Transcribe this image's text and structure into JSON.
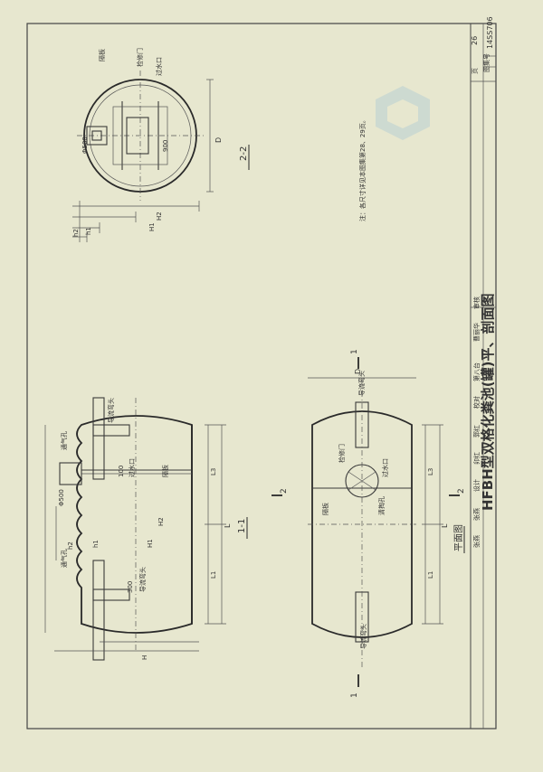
{
  "title": "HFBH型双格化粪池(罐)平、剖面图",
  "title_block": {
    "atlas_label": "图集号",
    "atlas_no": "14SS706",
    "page_label": "页",
    "page_no": "26",
    "row": [
      "审核",
      "曹丽华",
      "第八台",
      "校对",
      "郭红",
      "卯红",
      "设计",
      "张燕",
      "张燕"
    ]
  },
  "note": "注：各尺寸详见本图集第28、29页。",
  "views": {
    "section22": {
      "label": "2-2",
      "partition": "隔板",
      "manhole": "检修门",
      "overflow": "过水口",
      "d500": "Φ500",
      "w900": "900",
      "D": "D",
      "h2": "h2",
      "h1": "h1",
      "H2": "H2",
      "H1": "H1"
    },
    "section11": {
      "label": "1-1",
      "vent": "通气孔",
      "inlet": "导流弯头",
      "d500": "Φ500",
      "v100": "100",
      "overflow": "过水口",
      "partition": "隔板",
      "v300": "300",
      "H": "H",
      "h2": "h2",
      "h1": "h1",
      "H1": "H1",
      "H2": "H2",
      "L": "L",
      "L1": "L1",
      "L3": "L3"
    },
    "plan": {
      "label": "平面图",
      "inlet_top": "导流弯头",
      "inlet_bottom": "导流弯头",
      "manhole": "检修门",
      "overflow": "过水口",
      "partition": "隔板",
      "clean_hole": "清掏孔",
      "D": "D",
      "L": "L",
      "L1": "L1",
      "L3": "L3",
      "cut2a": "2",
      "cut2b": "2",
      "cut1a": "1",
      "cut1b": "1"
    }
  }
}
